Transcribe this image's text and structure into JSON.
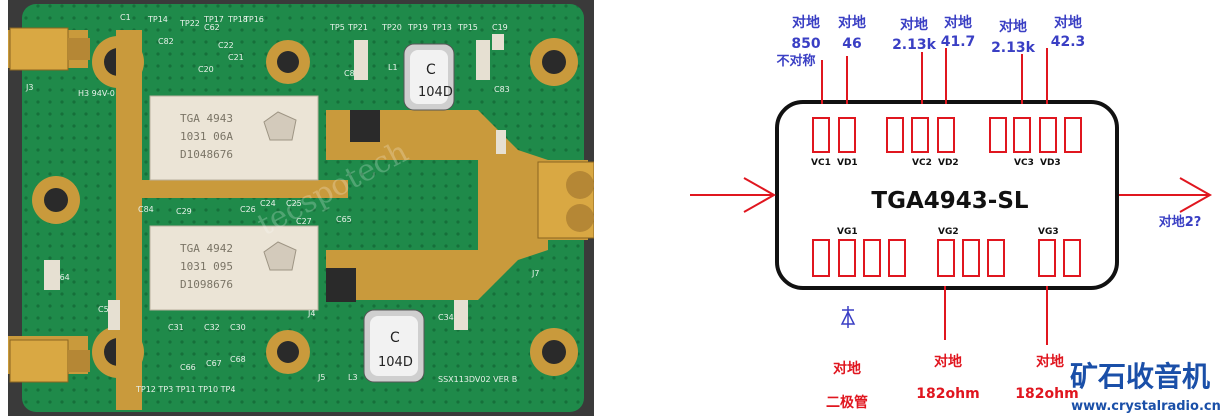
{
  "board": {
    "silk_top": [
      "TP14",
      "TP22",
      "TP17",
      "TP18",
      "TP19",
      "TP13",
      "TP15",
      "TP20"
    ],
    "silk_bottom": "TP12 TP3 TP11 TP10 TP4",
    "silk_version": "SSX113DV02 VER B",
    "chip1_lines": [
      "TGA 4943",
      "1031 06A",
      "D1048676"
    ],
    "chip2_lines": [
      "TGA 4942",
      "1031 095",
      "D1098676"
    ],
    "inductor_text": [
      "C",
      "104D"
    ],
    "watermark": "tecspotech",
    "comp_labels": [
      "C82",
      "C22",
      "C21",
      "C20",
      "C19",
      "C84",
      "C29",
      "C27",
      "C26",
      "C24",
      "C25",
      "C65",
      "C62",
      "C31",
      "C32",
      "C30",
      "C66",
      "C67",
      "C68",
      "C34",
      "C5",
      "C64",
      "C1",
      "J3",
      "J4",
      "J5",
      "J7",
      "L1",
      "L3",
      "H3 94V-0",
      "TP16",
      "TP21",
      "TP5",
      "C81",
      "C83"
    ]
  },
  "diagram": {
    "chip_name": "TGA4943-SL",
    "top_pads": [
      {
        "label": "VC1",
        "value_top": "对地",
        "value": "850",
        "note": "不对称"
      },
      {
        "label": "VD1",
        "value_top": "对地",
        "value": "46"
      },
      {
        "label": "VC2",
        "value_top": "对地",
        "value": "2.13k"
      },
      {
        "label": "VD2",
        "value_top": "对地",
        "value": "41.7"
      },
      {
        "label": "VC3",
        "value_top": "对地",
        "value": "2.13k"
      },
      {
        "label": "VD3",
        "value_top": "对地",
        "value": "42.3"
      }
    ],
    "bottom_pads": [
      {
        "label": "VG1",
        "note_top": "对地",
        "note_bottom": "二极管"
      },
      {
        "label": "VG2",
        "note_top": "对地",
        "note_bottom": "182ohm"
      },
      {
        "label": "VG3",
        "note_top": "对地",
        "note_bottom": "182ohm"
      }
    ],
    "output_note": "对地2?",
    "brand": "矿石收音机",
    "brand_url": "www.crystalradio.cn"
  },
  "colors": {
    "pcb": "#1f8a4a",
    "gold": "#c99a3c",
    "red": "#e0161f",
    "blue": "#3a3fc4",
    "brand_blue": "#1a4fa8"
  }
}
